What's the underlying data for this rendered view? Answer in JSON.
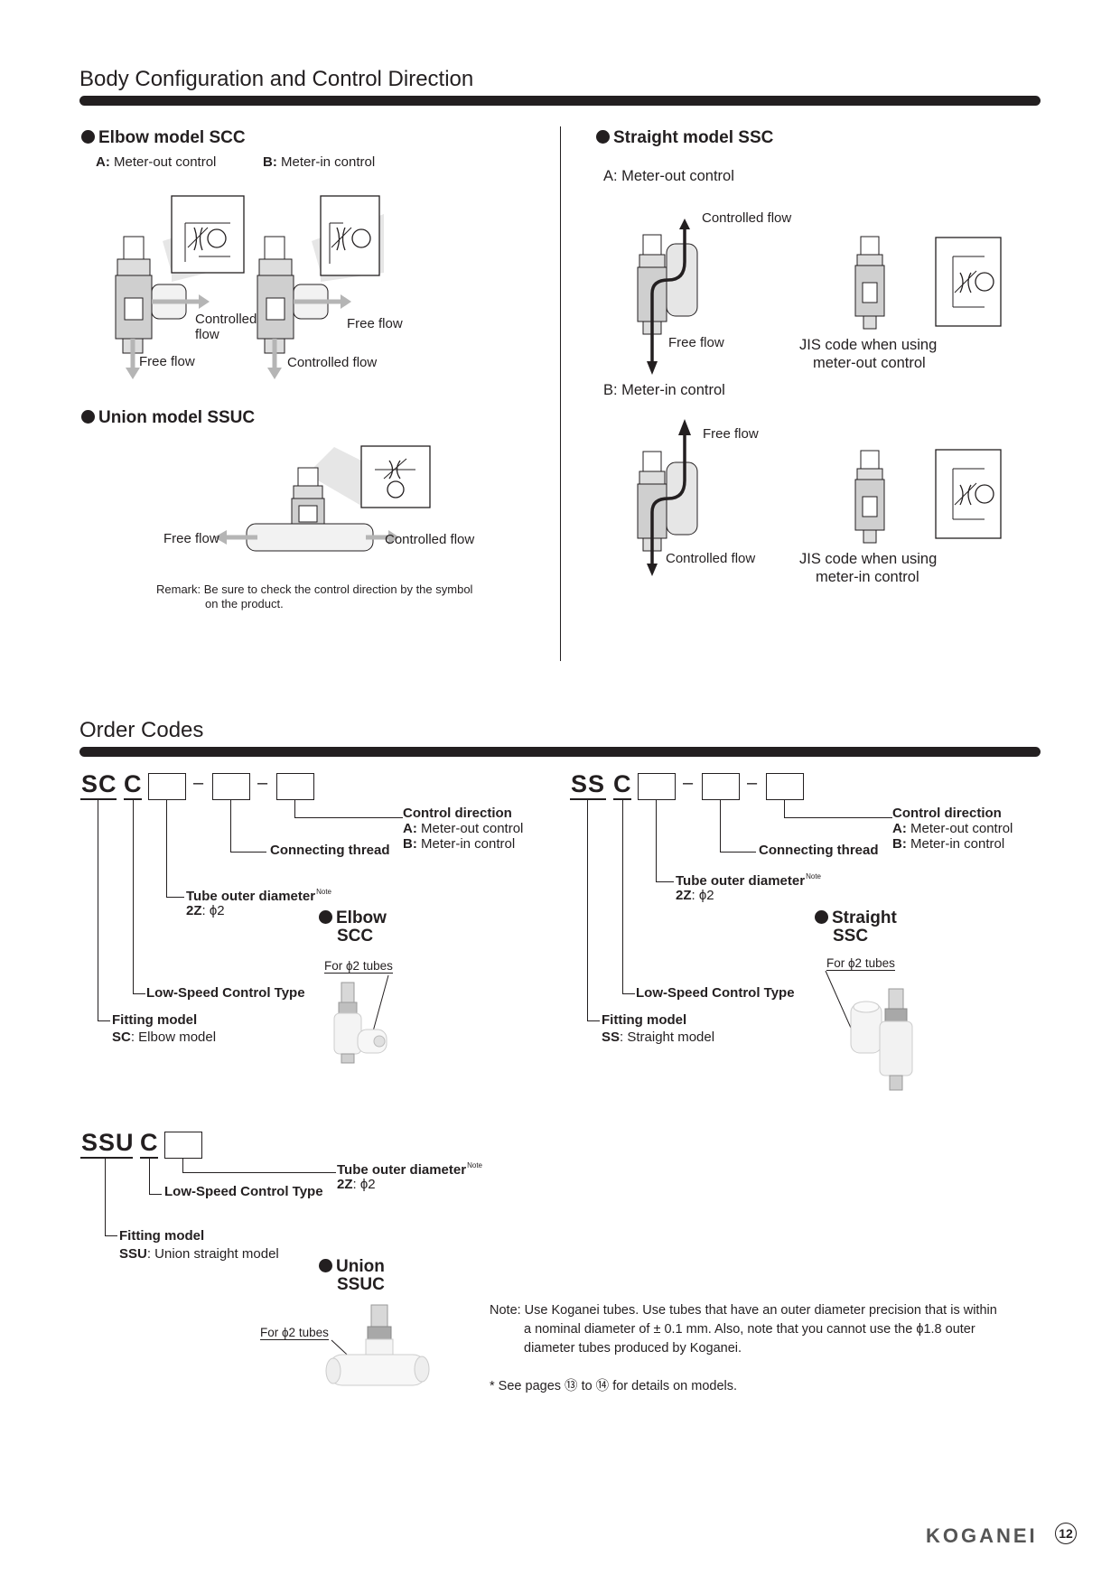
{
  "section1": {
    "title": "Body Configuration and Control Direction",
    "elbow": {
      "heading": "Elbow model SCC",
      "a_key": "A:",
      "a_text": "Meter-out control",
      "b_key": "B:",
      "b_text": "Meter-in control",
      "a_controlled_1": "Controlled",
      "a_controlled_2": "flow",
      "a_free": "Free flow",
      "b_free": "Free flow",
      "b_controlled": "Controlled flow"
    },
    "union": {
      "heading": "Union model SSUC",
      "free": "Free flow",
      "controlled": "Controlled flow",
      "remark_1": "Remark: Be sure to check the control direction by the symbol",
      "remark_2": "on the product."
    },
    "straight": {
      "heading": "Straight model SSC",
      "a_title": "A: Meter-out control",
      "a_controlled": "Controlled flow",
      "a_free": "Free flow",
      "a_jis_1": "JIS code when using",
      "a_jis_2": "meter-out control",
      "b_title": "B: Meter-in control",
      "b_free": "Free flow",
      "b_controlled": "Controlled flow",
      "b_jis_1": "JIS code when using",
      "b_jis_2": "meter-in control"
    }
  },
  "section2": {
    "title": "Order Codes",
    "scc": {
      "code_1": "SC",
      "code_2": "C",
      "dash": "–",
      "control_direction": "Control direction",
      "cd_a_key": "A:",
      "cd_a": "Meter-out control",
      "cd_b_key": "B:",
      "cd_b": "Meter-in control",
      "connecting_thread": "Connecting thread",
      "tube_od": "Tube outer diameter",
      "note": "Note",
      "tube_key": "2Z",
      "tube_val": ": ϕ2",
      "low_speed": "Low-Speed Control Type",
      "fitting": "Fitting model",
      "fitting_key": "SC",
      "fitting_val": ": Elbow model",
      "photo_title_1": "Elbow",
      "photo_title_2": "SCC",
      "photo_label": "For ϕ2 tubes"
    },
    "ssc": {
      "code_1": "SS",
      "code_2": "C",
      "dash": "–",
      "control_direction": "Control direction",
      "cd_a_key": "A:",
      "cd_a": "Meter-out control",
      "cd_b_key": "B:",
      "cd_b": "Meter-in control",
      "connecting_thread": "Connecting thread",
      "tube_od": "Tube outer diameter",
      "note": "Note",
      "tube_key": "2Z",
      "tube_val": ": ϕ2",
      "low_speed": "Low-Speed Control Type",
      "fitting": "Fitting model",
      "fitting_key": "SS",
      "fitting_val": ": Straight model",
      "photo_title_1": "Straight",
      "photo_title_2": "SSC",
      "photo_label": "For ϕ2 tubes"
    },
    "ssuc": {
      "code_1": "SSU",
      "code_2": "C",
      "tube_od": "Tube outer diameter",
      "note": "Note",
      "tube_key": "2Z",
      "tube_val": ": ϕ2",
      "low_speed": "Low-Speed Control Type",
      "fitting": "Fitting model",
      "fitting_key": "SSU",
      "fitting_val": ": Union straight model",
      "photo_title_1": "Union",
      "photo_title_2": "SSUC",
      "photo_label": "For ϕ2 tubes"
    },
    "note_1": "Note: Use Koganei tubes. Use tubes that have an outer diameter precision that is within",
    "note_2": "a nominal diameter of ± 0.1 mm. Also, note that you cannot use the ϕ1.8 outer",
    "note_3": "diameter tubes produced by Koganei.",
    "see_pages": "* See pages ⑬ to ⑭ for details on models."
  },
  "footer": {
    "brand": "KOGANEI",
    "page_number": "12"
  },
  "colors": {
    "ink": "#231f20",
    "gray_arrow": "#b5b5b5",
    "body_gray": "#9a9a9a"
  }
}
